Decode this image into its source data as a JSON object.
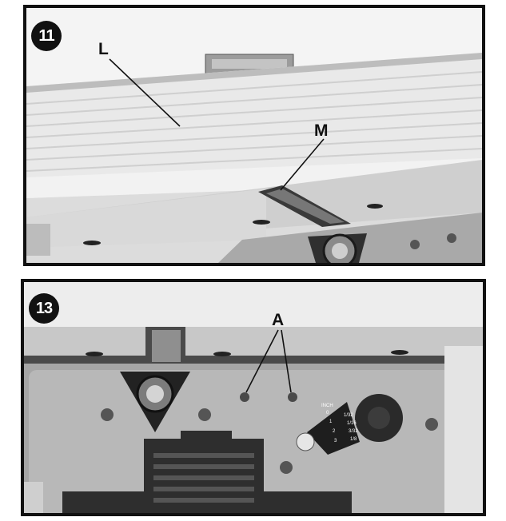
{
  "figures": [
    {
      "number": "11",
      "callouts": [
        "L",
        "M"
      ]
    },
    {
      "number": "13",
      "callouts": [
        "A"
      ]
    }
  ],
  "scale_labels": [
    "INCH",
    "0",
    "1/32",
    "1/16",
    "1",
    "3/32",
    "2",
    "1/8",
    "3"
  ],
  "colors": {
    "frame": "#111111",
    "machine_gray": "#9a9a9a",
    "fence_light": "#e6e6e6",
    "dark": "#2a2a2a"
  }
}
